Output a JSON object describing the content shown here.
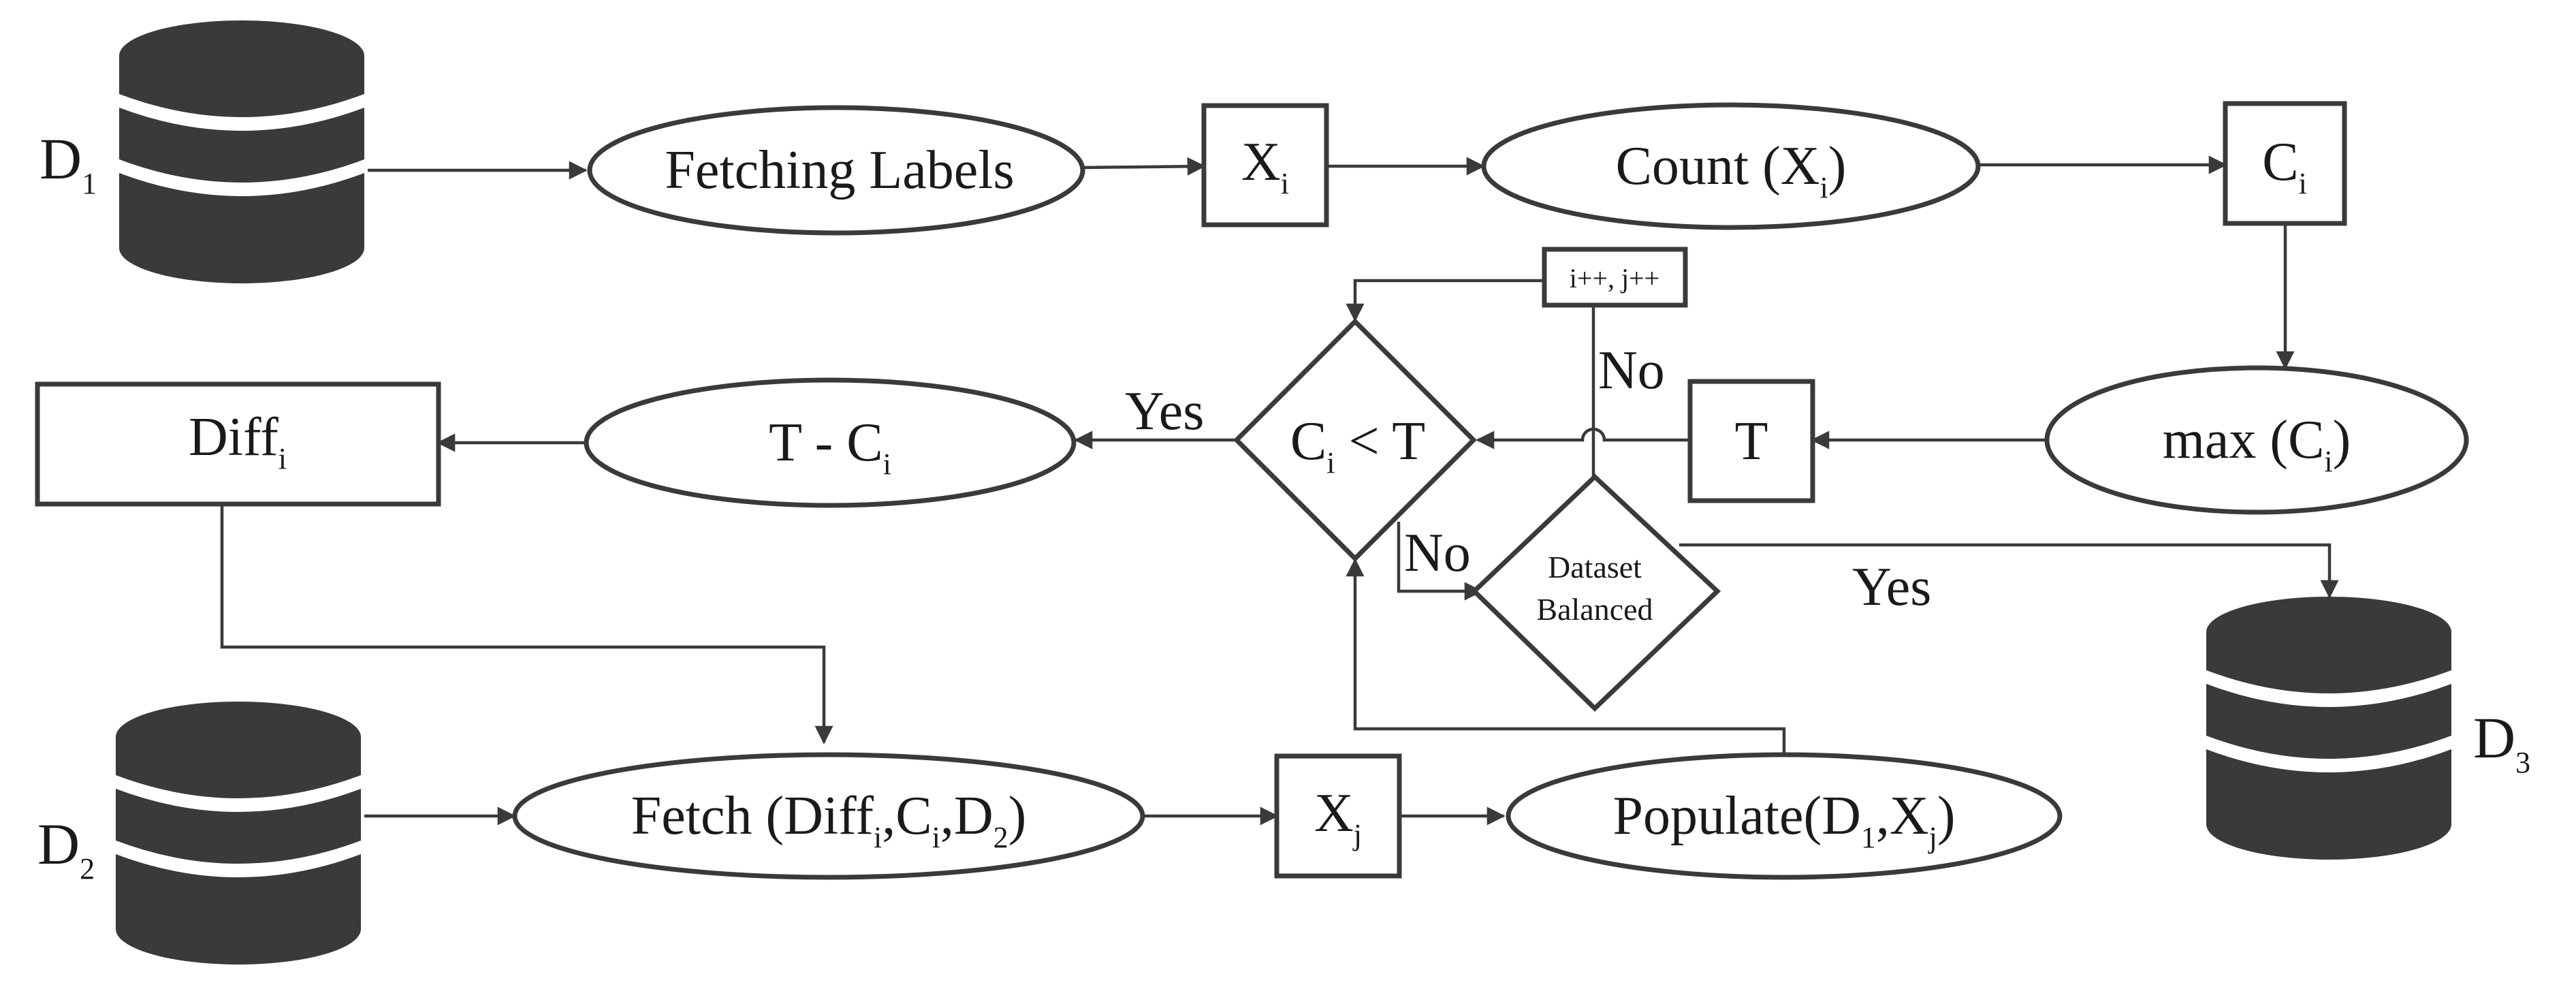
{
  "databases": {
    "d1": {
      "name": "D",
      "sub": "1"
    },
    "d2": {
      "name": "D",
      "sub": "2"
    },
    "d3": {
      "name": "D",
      "sub": "3"
    }
  },
  "nodes": {
    "fetching_labels": "Fetching Labels",
    "xi": {
      "main": "X",
      "sub": "i"
    },
    "count": {
      "pre": "Count (X",
      "sub": "i",
      "post": ")"
    },
    "ci": {
      "main": "C",
      "sub": "i"
    },
    "max": {
      "pre": "max (C",
      "sub": "i",
      "post": ")"
    },
    "t": "T",
    "decision_ci": {
      "pre": "C",
      "sub": "i",
      "post": " < T"
    },
    "t_minus_ci": {
      "pre": "T - C",
      "sub": "i"
    },
    "diff": {
      "main": "Diff",
      "sub": "i"
    },
    "increment": "i++, j++",
    "dataset_balanced": {
      "line1": "Dataset",
      "line2": "Balanced"
    },
    "fetch": {
      "p1": "Fetch (Diff",
      "s1": "i",
      "p2": ",C",
      "s2": "i",
      "p3": ",D",
      "s3": "2",
      "p4": ")"
    },
    "xj": {
      "main": "X",
      "sub": "j"
    },
    "populate": {
      "p1": "Populate(D",
      "s1": "1",
      "p2": ",X",
      "s2": "j",
      "p3": ")"
    }
  },
  "edge_labels": {
    "yes_left": "Yes",
    "no_top": "No",
    "no_bottom": "No",
    "yes_right": "Yes"
  }
}
